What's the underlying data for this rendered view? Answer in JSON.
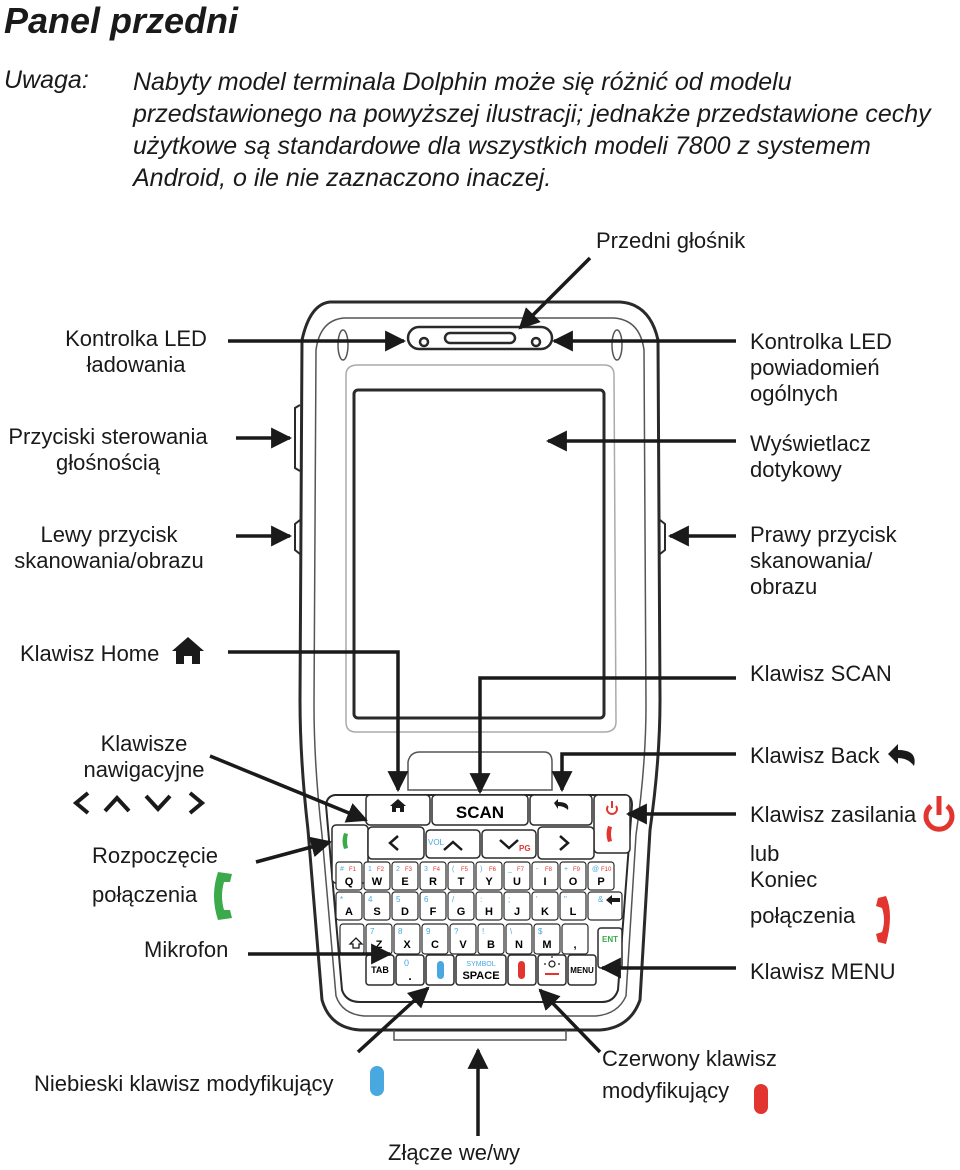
{
  "title": "Panel przedni",
  "note": {
    "label": "Uwaga:",
    "text": "Nabyty model terminala Dolphin może się różnić od modelu przedstawionego na powyższej ilustracji; jednakże przedstawione cechy użytkowe są standardowe dla wszystkich modeli 7800 z systemem Android, o ile nie zaznaczono inaczej."
  },
  "labels": {
    "front_speaker": "Przedni głośnik",
    "charge_led": [
      "Kontrolka LED",
      "ładowania"
    ],
    "volume_buttons": [
      "Przyciski sterowania",
      "głośnością"
    ],
    "left_scan": [
      "Lewy przycisk",
      "skanowania/obrazu"
    ],
    "home_key": "Klawisz Home",
    "nav_keys": [
      "Klawisze",
      "nawigacyjne"
    ],
    "call_start": [
      "Rozpoczęcie",
      "połączenia"
    ],
    "microphone": "Mikrofon",
    "blue_modifier": "Niebieski klawisz modyfikujący",
    "io_connector": "Złącze we/wy",
    "red_modifier": [
      "Czerwony klawisz",
      "modyfikujący"
    ],
    "notify_led": [
      "Kontrolka LED",
      "powiadomień",
      "ogólnych"
    ],
    "touch_display": [
      "Wyświetlacz",
      "dotykowy"
    ],
    "right_scan": [
      "Prawy przycisk",
      "skanowania/",
      "obrazu"
    ],
    "scan_key": "Klawisz SCAN",
    "back_key": "Klawisz Back",
    "power_key": "Klawisz zasilania",
    "or_end": [
      "lub",
      "Koniec"
    ],
    "end_call": "połączenia",
    "menu_key": "Klawisz MENU"
  },
  "keypad": {
    "scan": "SCAN",
    "vol": "VOL",
    "pg": "PG",
    "tab": "TAB",
    "symbol": "SYMBOL",
    "space": "SPACE",
    "menu": "MENU",
    "ent": "ENT",
    "row1": [
      "Q",
      "W",
      "E",
      "R",
      "T",
      "Y",
      "U",
      "I",
      "O",
      "P"
    ],
    "row1_sub": [
      "#",
      "1",
      "2",
      "3",
      "(",
      ")",
      "_",
      "-",
      "+",
      "@"
    ],
    "row1_fn": [
      "F1",
      "F2",
      "F3",
      "F4",
      "F5",
      "F6",
      "F7",
      "F8",
      "F9",
      "F10"
    ],
    "row2": [
      "A",
      "S",
      "D",
      "F",
      "G",
      "H",
      "J",
      "K",
      "L"
    ],
    "row2_sub": [
      "*",
      "4",
      "5",
      "6",
      "/",
      ":",
      ";",
      "'",
      "\"",
      "&"
    ],
    "row3": [
      "Z",
      "X",
      "C",
      "V",
      "B",
      "N",
      "M",
      ","
    ],
    "row3_sub": [
      "7",
      "8",
      "9",
      "?",
      "!",
      "\\",
      "$"
    ],
    "zero": "0",
    "dot": "."
  },
  "colors": {
    "green": "#3aaa4a",
    "red": "#e2352f",
    "blue": "#4aa8e0",
    "ink": "#1a1a1a",
    "device_outline": "#2a2a2a"
  },
  "icons": [
    "home-icon",
    "back-icon",
    "power-icon",
    "phone-green-icon",
    "phone-red-icon",
    "chevron-left-icon",
    "chevron-up-icon",
    "chevron-down-icon",
    "chevron-right-icon"
  ]
}
